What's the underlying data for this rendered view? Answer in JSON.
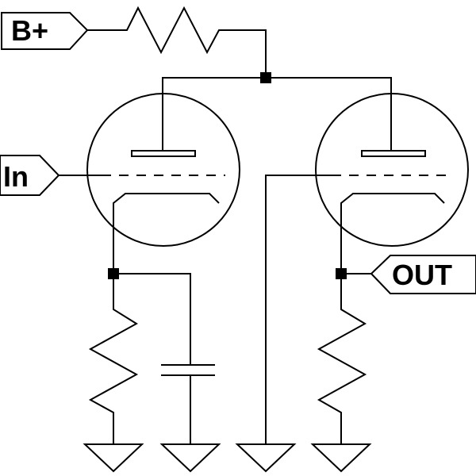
{
  "labels": {
    "supply": "B+",
    "input": "In",
    "output": "OUT"
  }
}
